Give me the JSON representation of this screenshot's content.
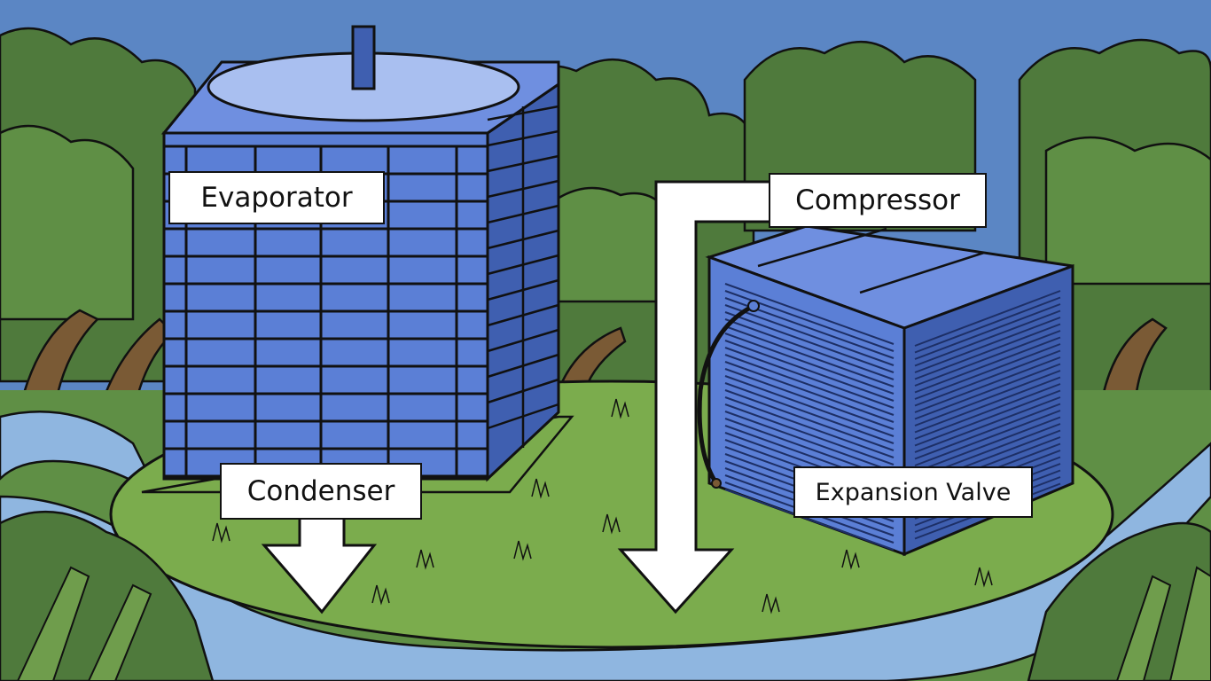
{
  "labels": {
    "evaporator": "Evaporator",
    "compressor": "Compressor",
    "condenser": "Condenser",
    "expansion_valve": "Expansion Valve"
  },
  "colors": {
    "sky": "#5b86c4",
    "tree_canopy": "#4f7a3c",
    "tree_canopy_light": "#5f8f45",
    "trunk": "#7a5a35",
    "grass": "#7bac4d",
    "water": "#8fb6e0",
    "unit_blue": "#5b7fd6",
    "unit_blue_dark": "#3f5fb0",
    "outline": "#111111",
    "arrow_fill": "#ffffff"
  },
  "icons": [
    "evaporator-unit",
    "compressor-unit",
    "down-arrow-icon",
    "refrigerant-pipe"
  ]
}
